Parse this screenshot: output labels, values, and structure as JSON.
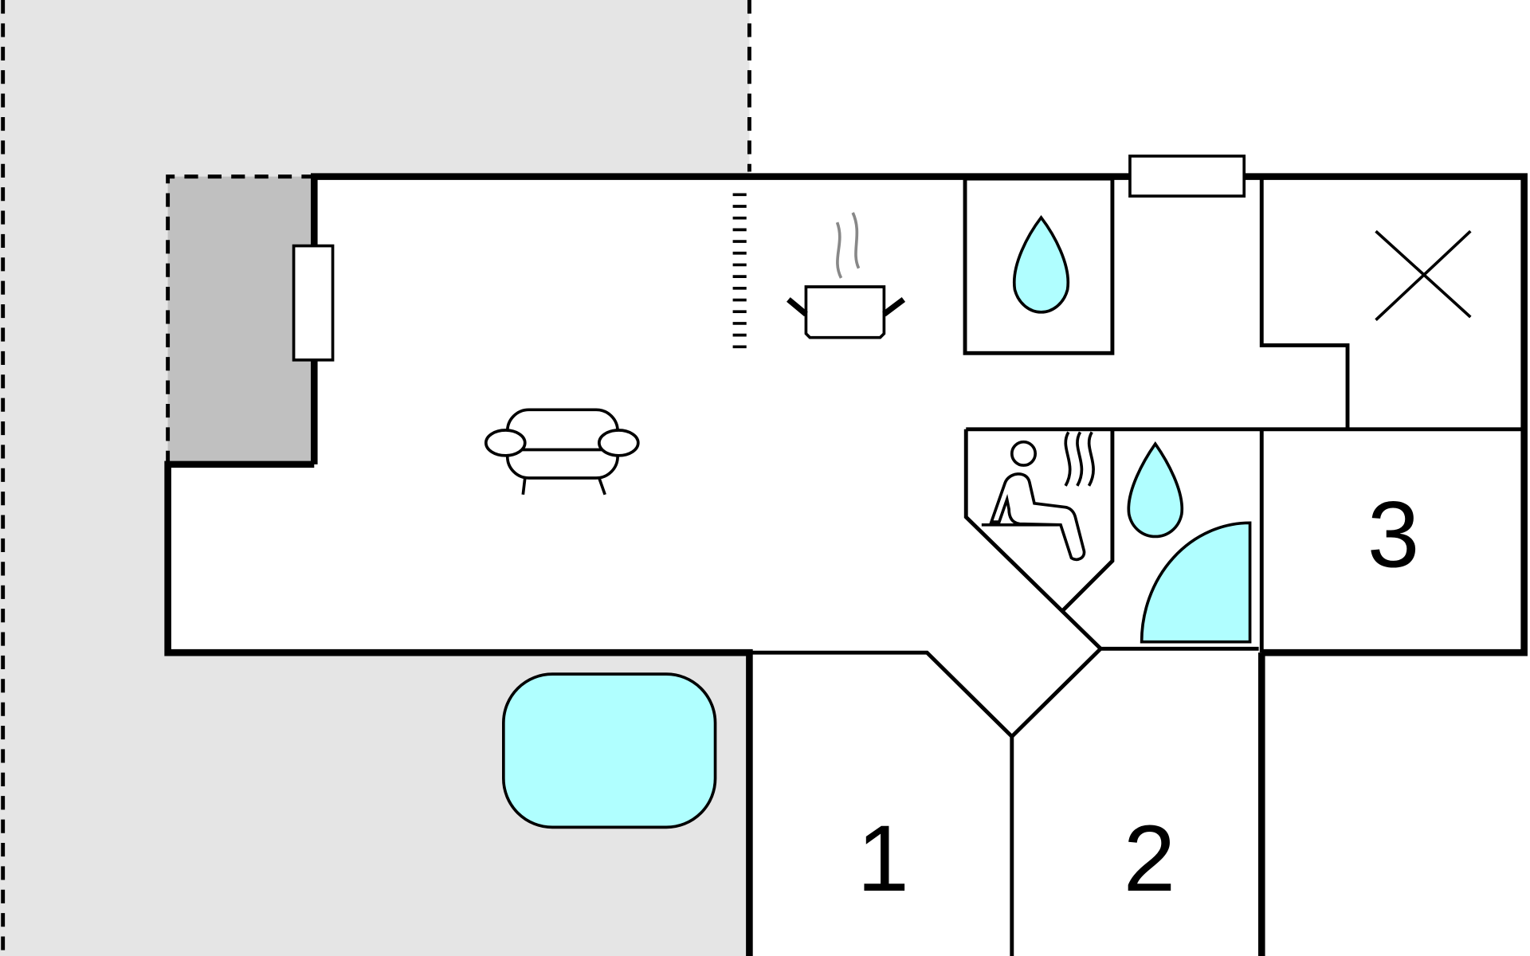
{
  "plan": {
    "rooms": [
      {
        "label": "1"
      },
      {
        "label": "2"
      },
      {
        "label": "3"
      }
    ],
    "icons": [
      "sofa-icon",
      "cooking-pot-icon",
      "water-drop-icon",
      "sauna-icon",
      "shower-icon",
      "pool-icon",
      "utility-cross-icon",
      "window-icon",
      "stairs-icon"
    ]
  },
  "colors": {
    "outdoor": "#e5e5e5",
    "terrace": "#c0c0c0",
    "water": "#b0feff",
    "wall": "#000000"
  }
}
